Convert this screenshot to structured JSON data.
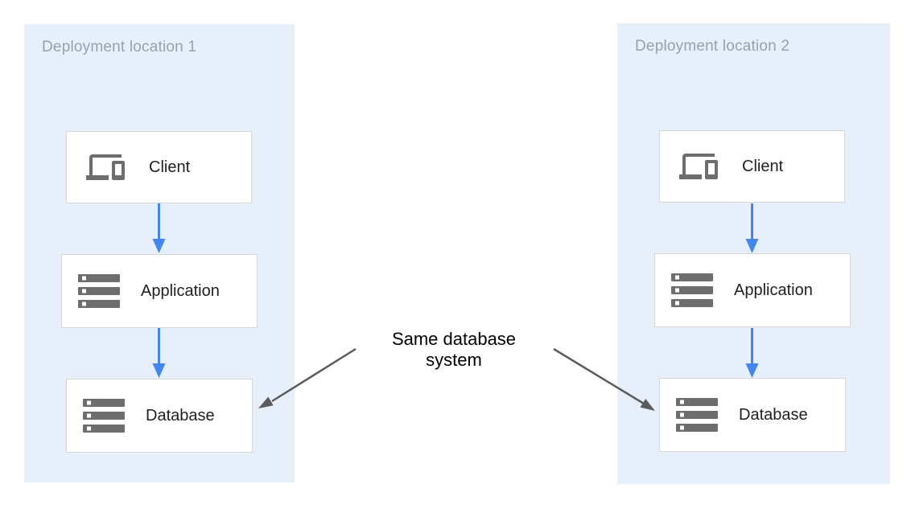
{
  "diagram": {
    "center_label": "Same database\nsystem",
    "panels": [
      {
        "title": "Deployment location 1",
        "nodes": [
          {
            "label": "Client",
            "icon": "devices-icon"
          },
          {
            "label": "Application",
            "icon": "server-icon"
          },
          {
            "label": "Database",
            "icon": "server-icon"
          }
        ]
      },
      {
        "title": "Deployment location 2",
        "nodes": [
          {
            "label": "Client",
            "icon": "devices-icon"
          },
          {
            "label": "Application",
            "icon": "server-icon"
          },
          {
            "label": "Database",
            "icon": "server-icon"
          }
        ]
      }
    ],
    "arrows": [
      {
        "name": "client-to-application-left",
        "type": "flow",
        "color": "#4285f4"
      },
      {
        "name": "application-to-database-left",
        "type": "flow",
        "color": "#4285f4"
      },
      {
        "name": "client-to-application-right",
        "type": "flow",
        "color": "#4285f4"
      },
      {
        "name": "application-to-database-right",
        "type": "flow",
        "color": "#4285f4"
      },
      {
        "name": "annotation-to-database-left",
        "type": "annotation",
        "color": "#5b5b5b"
      },
      {
        "name": "annotation-to-database-right",
        "type": "annotation",
        "color": "#5b5b5b"
      }
    ],
    "colors": {
      "panel_bg": "#e7f0fa",
      "panel_title": "#98a1aa",
      "node_bg": "#ffffff",
      "node_border": "#d6d6d6",
      "node_label": "#1f1f1f",
      "icon_gray": "#6d6d6d",
      "flow_arrow_blue": "#4285f4",
      "annotation_arrow_gray": "#5b5b5b",
      "annotation_text": "#000000"
    }
  }
}
